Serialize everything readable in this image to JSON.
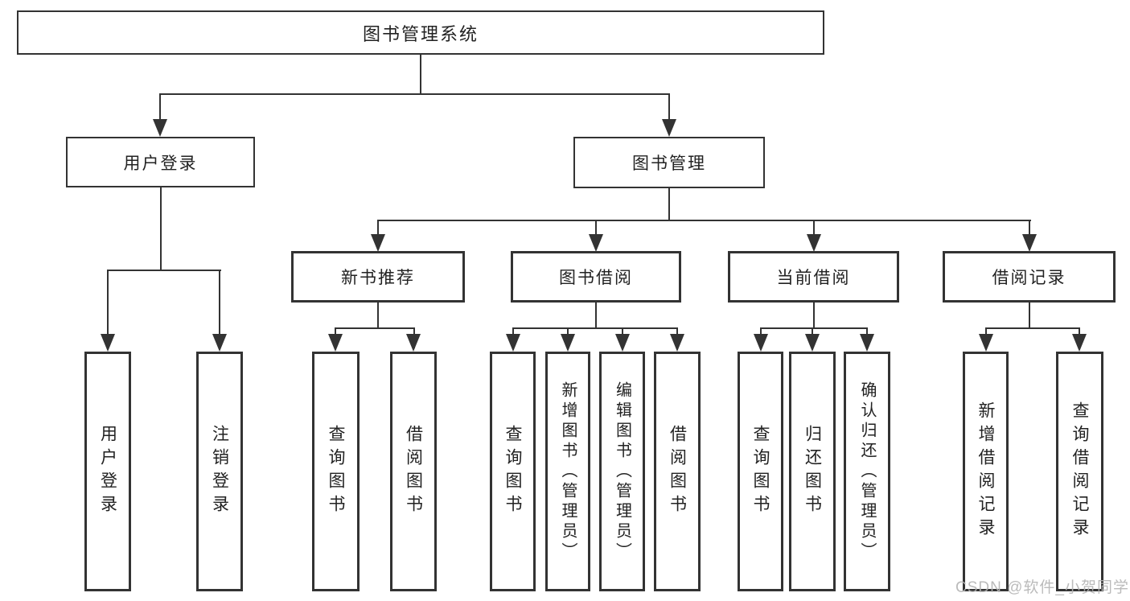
{
  "diagram": {
    "root": {
      "label": "图书管理系统"
    },
    "level2": [
      {
        "label": "用户登录"
      },
      {
        "label": "图书管理"
      }
    ],
    "level3": [
      {
        "label": "新书推荐"
      },
      {
        "label": "图书借阅"
      },
      {
        "label": "当前借阅"
      },
      {
        "label": "借阅记录"
      }
    ],
    "leaves": {
      "user_login": [
        {
          "label": "用户登录"
        },
        {
          "label": "注销登录"
        }
      ],
      "new_book_recommend": [
        {
          "label": "查询图书"
        },
        {
          "label": "借阅图书"
        }
      ],
      "book_borrow": [
        {
          "label": "查询图书"
        },
        {
          "label": "新增图书（管理员）"
        },
        {
          "label": "编辑图书（管理员）"
        },
        {
          "label": "借阅图书"
        }
      ],
      "current_borrow": [
        {
          "label": "查询图书"
        },
        {
          "label": "归还图书"
        },
        {
          "label": "确认归还（管理员）"
        }
      ],
      "borrow_records": [
        {
          "label": "新增借阅记录"
        },
        {
          "label": "查询借阅记录"
        }
      ]
    }
  },
  "watermark": {
    "text": "CSDN @软件_小贺同学"
  },
  "colors": {
    "line": "#333333",
    "box_border": "#333333",
    "box_background": "#ffffff",
    "text": "#222222",
    "watermark": "#b4b4b4",
    "page_background": "#ffffff"
  }
}
